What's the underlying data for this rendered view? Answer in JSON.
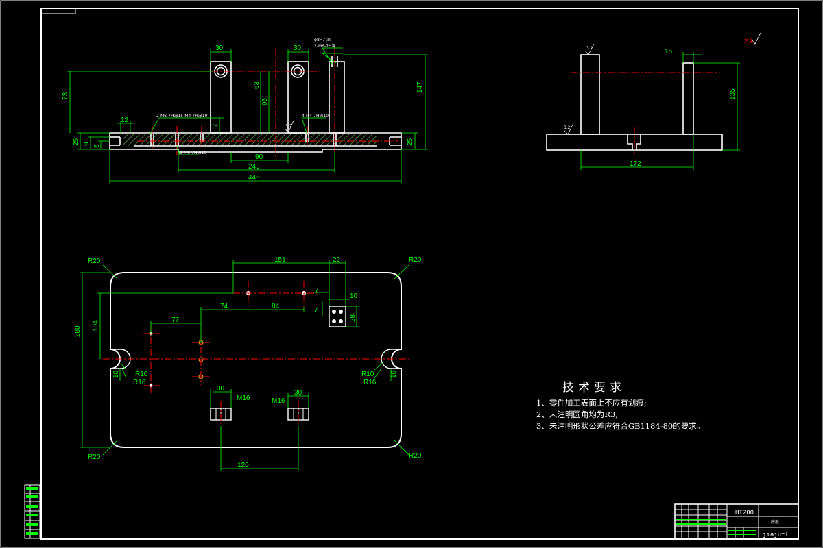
{
  "colors": {
    "background": "#000000",
    "outline": "#ffffff",
    "dimension": "#00ff00",
    "centerline": "#ff0000",
    "hatch": "#4a7f3a"
  },
  "front_view": {
    "dims": {
      "d30_left": "30",
      "d30_right": "30",
      "d73": "73",
      "d63": "63",
      "d95": "95",
      "d147": "147",
      "d12": "12",
      "d25_left": "25",
      "d9": "9",
      "d6": "6",
      "d7": "7",
      "d90": "90",
      "d243": "243",
      "d446": "446",
      "d25_right": "25"
    },
    "callouts": {
      "threads_left": "2-M6-7H深15-M4-7H深10",
      "threads_bottom": "2-M6-7H深10",
      "threads_right": "4-M4-7H深10",
      "top_note_1": "φ8H7 深",
      "top_note_2": "2-M6-7H深",
      "roughness": "3.2"
    }
  },
  "side_view": {
    "dims": {
      "d15": "15",
      "d135": "135",
      "d172": "172"
    },
    "roughness_top": "3.2",
    "roughness_left": "3.2",
    "roughness_symbol_label": "其余"
  },
  "top_view": {
    "dims": {
      "r20_tl": "R20",
      "r20_tr": "R20",
      "r20_bl": "R20",
      "r20_br": "R20",
      "d151": "151",
      "d22": "22",
      "d7a": "7",
      "d10": "10",
      "d7b": "7",
      "d28": "28",
      "d74": "74",
      "d84": "84",
      "d77": "77",
      "d104": "104",
      "d280": "280",
      "r10_l": "R10",
      "r16_l": "R16",
      "r10_r": "R10",
      "r16_r": "R16",
      "d30_l": "30",
      "m16_l": "M16",
      "m16_r": "M16",
      "d30_r": "30",
      "d120": "120",
      "d10_l": "10",
      "d10_r": "10"
    }
  },
  "tech_notes": {
    "title": "技术要求",
    "items": [
      "1、零件加工表面上不应有划痕;",
      "2、未注明圆角均为R3;",
      "3、未注明形状公差应符合GB1184-80的要求。"
    ]
  },
  "title_block": {
    "material": "HT200",
    "part_name": "底板",
    "author": "jiajutl"
  }
}
